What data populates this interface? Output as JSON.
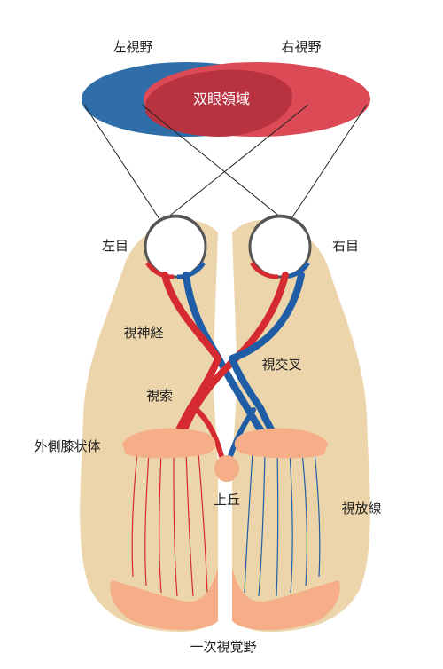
{
  "labels": {
    "left_field": "左視野",
    "right_field": "右視野",
    "binocular": "双眼領域",
    "left_eye": "左目",
    "right_eye": "右目",
    "optic_nerve": "視神経",
    "chiasm": "視交叉",
    "optic_tract": "視索",
    "lgn": "外側膝状体",
    "superior_colliculus": "上丘",
    "optic_radiation": "視放線",
    "primary_visual_cortex": "一次視覚野"
  },
  "colors": {
    "left_field": "#2f6ea8",
    "right_field": "#dc4a55",
    "binocular": "#b8323f",
    "brain": "#ecd5aa",
    "red_path": "#d42a30",
    "blue_path": "#1f5ea6",
    "nucleus": "#f6ae88",
    "cortex": "#f6ae88"
  }
}
